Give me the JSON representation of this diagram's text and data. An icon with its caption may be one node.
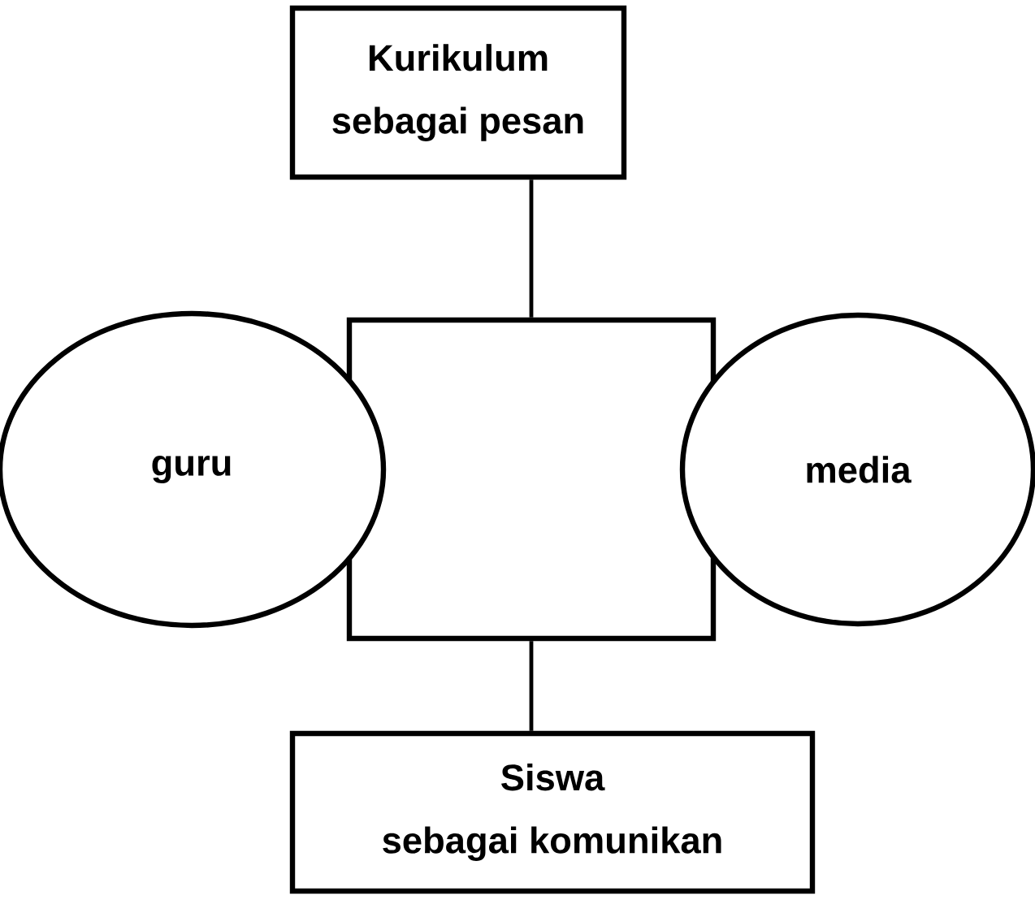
{
  "diagram": {
    "nodes": [
      {
        "text": [
          "Kurikulum sebagai pesan"
        ]
      },
      {
        "text": [
          "guru"
        ]
      },
      {
        "text": [],
        "shape": "box"
      },
      {
        "text": [
          "media"
        ]
      },
      {
        "text": [
          "Siswa sebagai komunikan"
        ]
      }
    ],
    "edges": [
      {
        "from": 0,
        "to": 2,
        "arrow": "none"
      },
      {
        "from": 2,
        "to": 4,
        "arrow": "none"
      }
    ]
  }
}
